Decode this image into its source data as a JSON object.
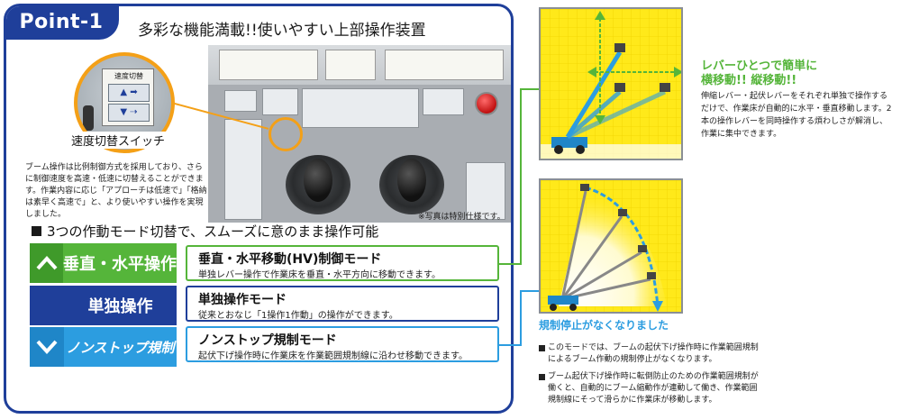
{
  "header": {
    "point_tab": "Point-1",
    "title": "多彩な機能満載!!使いやすい上部操作装置"
  },
  "photo": {
    "note": "※写真は特別仕様です。",
    "zoom_label": "速度切替",
    "zoom_caption": "速度切替スイッチ"
  },
  "intro": "ブーム操作は比例制御方式を採用しており、さらに制御速度を高速・低速に切替えることができます。作業内容に応じ「アプローチは低速で」「格納は素早く高速で」と、より使いやすい操作を実現しました。",
  "section_heading": "3つの作動モード切替で、スムーズに意のまま操作可能",
  "modes": [
    {
      "button_label": "垂直・水平操作",
      "title": "垂直・水平移動(HV)制御モード",
      "text": "単独レバー操作で作業床を垂直・水平方向に移動できます。",
      "icon": "chevron-up-icon"
    },
    {
      "button_label": "単独操作",
      "title": "単独操作モード",
      "text": "従来とおなじ「1操作1作動」の操作ができます。",
      "icon": ""
    },
    {
      "button_label": "ノンストップ規制",
      "title": "ノンストップ規制モード",
      "text": "起伏下げ操作時に作業床を作業範囲規制線に沿わせ移動できます。",
      "icon": "chevron-down-icon"
    }
  ],
  "right_top": {
    "heading_line1": "レバーひとつで簡単に",
    "heading_line2": "横移動!! 縦移動!!",
    "body": "伸縮レバー・起伏レバーをそれぞれ単独で操作するだけで、作業床が自動的に水平・垂直移動します。2本の操作レバーを同時操作する煩わしさが解消し、作業に集中できます。"
  },
  "right_bottom": {
    "heading": "規制停止がなくなりました",
    "notes": [
      "このモードでは、ブームの起伏下げ操作時に作業範囲規制によるブーム作動の規制停止がなくなります。",
      "ブーム起伏下げ操作時に転倒防止のための作業範囲規制が働くと、自動的にブーム縮動作が連動して働き、作業範囲規制線にそって滑らかに作業床が移動します。"
    ]
  },
  "colors": {
    "brand_blue": "#1f3f9a",
    "mode1_green": "#55b53a",
    "mode3_blue": "#2c9de0",
    "highlight_orange": "#f4a017",
    "diagram_yellow": "#ffe91a"
  }
}
